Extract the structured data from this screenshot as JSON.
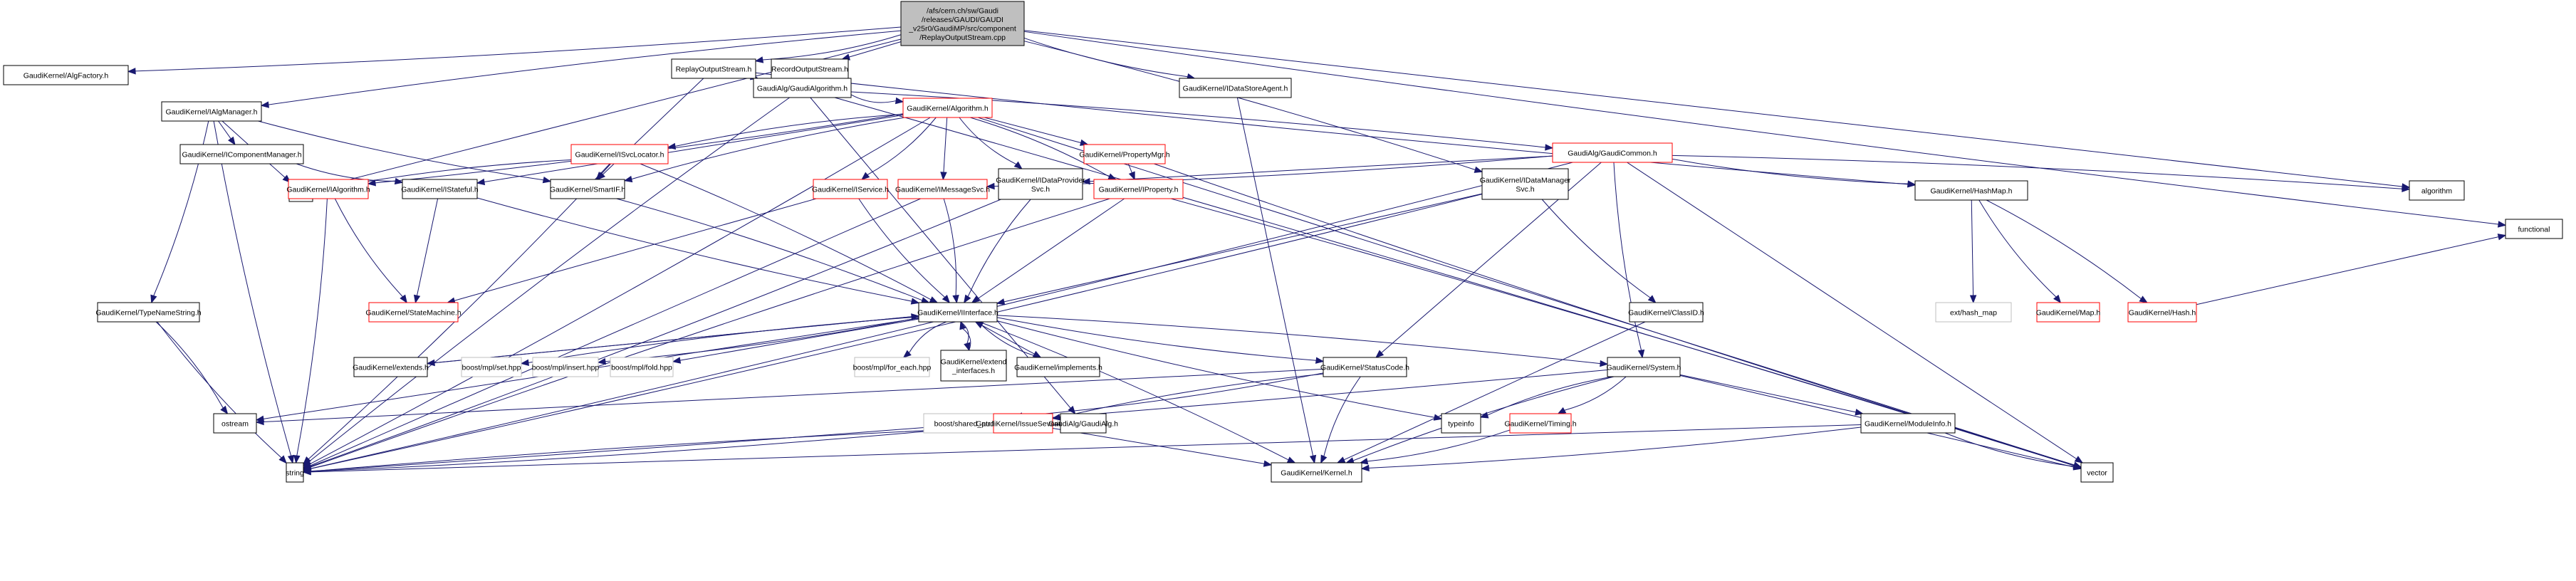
{
  "graph": {
    "type": "include-dependency-graph",
    "root": "/afs/cern.ch/sw/Gaudi/releases/GAUDI/GAUDI_v25r0/GaudiMP/src/component/ReplayOutputStream.cpp",
    "edge_color": "#191970",
    "nodes": [
      {
        "id": "root",
        "label": [
          "/afs/cern.ch/sw/Gaudi",
          "/releases/GAUDI/GAUDI",
          "_v25r0/GaudiMP/src/component",
          "/ReplayOutputStream.cpp"
        ],
        "style": "root"
      },
      {
        "id": "AlgFactory",
        "label": [
          "GaudiKernel/AlgFactory.h"
        ],
        "style": "black"
      },
      {
        "id": "ReplayOutputStream_h",
        "label": [
          "ReplayOutputStream.h"
        ],
        "style": "black"
      },
      {
        "id": "RecordOutputStream_h",
        "label": [
          "RecordOutputStream.h"
        ],
        "style": "black"
      },
      {
        "id": "IDataStoreAgent",
        "label": [
          "GaudiKernel/IDataStoreAgent.h"
        ],
        "style": "black"
      },
      {
        "id": "GaudiAlgorithm",
        "label": [
          "GaudiAlg/GaudiAlgorithm.h"
        ],
        "style": "black"
      },
      {
        "id": "IAlgManager",
        "label": [
          "GaudiKernel/IAlgManager.h"
        ],
        "style": "black"
      },
      {
        "id": "Algorithm",
        "label": [
          "GaudiKernel/Algorithm.h"
        ],
        "style": "red"
      },
      {
        "id": "IComponentManager",
        "label": [
          "GaudiKernel/IComponentManager.h"
        ],
        "style": "black"
      },
      {
        "id": "ISvcLocator",
        "label": [
          "GaudiKernel/ISvcLocator.h"
        ],
        "style": "red"
      },
      {
        "id": "PropertyMgr",
        "label": [
          "GaudiKernel/PropertyMgr.h"
        ],
        "style": "red"
      },
      {
        "id": "GaudiCommon",
        "label": [
          "GaudiAlg/GaudiCommon.h"
        ],
        "style": "red"
      },
      {
        "id": "list",
        "label": [
          "list"
        ],
        "style": "black"
      },
      {
        "id": "IAlgorithm",
        "label": [
          "GaudiKernel/IAlgorithm.h"
        ],
        "style": "red"
      },
      {
        "id": "IStateful",
        "label": [
          "GaudiKernel/IStateful.h"
        ],
        "style": "black"
      },
      {
        "id": "SmartIF",
        "label": [
          "GaudiKernel/SmartIF.h"
        ],
        "style": "black"
      },
      {
        "id": "IService",
        "label": [
          "GaudiKernel/IService.h"
        ],
        "style": "red"
      },
      {
        "id": "IMessageSvc",
        "label": [
          "GaudiKernel/IMessageSvc.h"
        ],
        "style": "red"
      },
      {
        "id": "IDataProviderSvc",
        "label": [
          "GaudiKernel/IDataProvider",
          "Svc.h"
        ],
        "style": "black"
      },
      {
        "id": "IProperty",
        "label": [
          "GaudiKernel/IProperty.h"
        ],
        "style": "red"
      },
      {
        "id": "IDataManagerSvc",
        "label": [
          "GaudiKernel/IDataManager",
          "Svc.h"
        ],
        "style": "black"
      },
      {
        "id": "HashMap",
        "label": [
          "GaudiKernel/HashMap.h"
        ],
        "style": "black"
      },
      {
        "id": "algorithm",
        "label": [
          "algorithm"
        ],
        "style": "black"
      },
      {
        "id": "TypeNameString",
        "label": [
          "GaudiKernel/TypeNameString.h"
        ],
        "style": "black"
      },
      {
        "id": "StateMachine",
        "label": [
          "GaudiKernel/StateMachine.h"
        ],
        "style": "red"
      },
      {
        "id": "IInterface",
        "label": [
          "GaudiKernel/IInterface.h"
        ],
        "style": "black"
      },
      {
        "id": "ClassID",
        "label": [
          "GaudiKernel/ClassID.h"
        ],
        "style": "black"
      },
      {
        "id": "ext_hash_map",
        "label": [
          "ext/hash_map"
        ],
        "style": "gray"
      },
      {
        "id": "Map",
        "label": [
          "GaudiKernel/Map.h"
        ],
        "style": "red"
      },
      {
        "id": "Hash",
        "label": [
          "GaudiKernel/Hash.h"
        ],
        "style": "red"
      },
      {
        "id": "functional",
        "label": [
          "functional"
        ],
        "style": "black"
      },
      {
        "id": "extends",
        "label": [
          "GaudiKernel/extends.h"
        ],
        "style": "black"
      },
      {
        "id": "mpl_set",
        "label": [
          "boost/mpl/set.hpp"
        ],
        "style": "gray"
      },
      {
        "id": "mpl_insert",
        "label": [
          "boost/mpl/insert.hpp"
        ],
        "style": "gray"
      },
      {
        "id": "mpl_fold",
        "label": [
          "boost/mpl/fold.hpp"
        ],
        "style": "gray"
      },
      {
        "id": "mpl_for_each",
        "label": [
          "boost/mpl/for_each.hpp"
        ],
        "style": "gray"
      },
      {
        "id": "extend_interfaces",
        "label": [
          "GaudiKernel/extend",
          "_interfaces.h"
        ],
        "style": "black"
      },
      {
        "id": "implements",
        "label": [
          "GaudiKernel/implements.h"
        ],
        "style": "black"
      },
      {
        "id": "StatusCode",
        "label": [
          "GaudiKernel/StatusCode.h"
        ],
        "style": "black"
      },
      {
        "id": "System",
        "label": [
          "GaudiKernel/System.h"
        ],
        "style": "black"
      },
      {
        "id": "ostream",
        "label": [
          "ostream"
        ],
        "style": "black"
      },
      {
        "id": "shared_ptr",
        "label": [
          "boost/shared_ptr.hpp"
        ],
        "style": "gray"
      },
      {
        "id": "IssueSeverity",
        "label": [
          "GaudiKernel/IssueSeverity.h"
        ],
        "style": "red"
      },
      {
        "id": "GaudiAlg_h",
        "label": [
          "GaudiAlg/GaudiAlg.h"
        ],
        "style": "black"
      },
      {
        "id": "typeinfo",
        "label": [
          "typeinfo"
        ],
        "style": "black"
      },
      {
        "id": "Timing",
        "label": [
          "GaudiKernel/Timing.h"
        ],
        "style": "red"
      },
      {
        "id": "ModuleInfo",
        "label": [
          "GaudiKernel/ModuleInfo.h"
        ],
        "style": "black"
      },
      {
        "id": "string",
        "label": [
          "string"
        ],
        "style": "black"
      },
      {
        "id": "Kernel",
        "label": [
          "GaudiKernel/Kernel.h"
        ],
        "style": "black"
      },
      {
        "id": "vector",
        "label": [
          "vector"
        ],
        "style": "black"
      }
    ],
    "edges": [
      [
        "root",
        "AlgFactory"
      ],
      [
        "root",
        "list"
      ],
      [
        "root",
        "IAlgManager"
      ],
      [
        "root",
        "ReplayOutputStream_h"
      ],
      [
        "root",
        "RecordOutputStream_h"
      ],
      [
        "root",
        "IDataStoreAgent"
      ],
      [
        "root",
        "IDataManagerSvc"
      ],
      [
        "root",
        "algorithm"
      ],
      [
        "root",
        "functional"
      ],
      [
        "ReplayOutputStream_h",
        "GaudiAlgorithm"
      ],
      [
        "ReplayOutputStream_h",
        "SmartIF"
      ],
      [
        "ReplayOutputStream_h",
        "HashMap"
      ],
      [
        "RecordOutputStream_h",
        "GaudiAlgorithm"
      ],
      [
        "IDataStoreAgent",
        "Kernel"
      ],
      [
        "GaudiAlgorithm",
        "Algorithm"
      ],
      [
        "GaudiAlgorithm",
        "GaudiCommon"
      ],
      [
        "GaudiAlgorithm",
        "GaudiAlg_h"
      ],
      [
        "GaudiAlgorithm",
        "string"
      ],
      [
        "GaudiAlgorithm",
        "vector"
      ],
      [
        "IAlgManager",
        "IComponentManager"
      ],
      [
        "IAlgManager",
        "SmartIF"
      ],
      [
        "IAlgManager",
        "TypeNameString"
      ],
      [
        "IAlgManager",
        "list"
      ],
      [
        "IAlgManager",
        "string"
      ],
      [
        "Algorithm",
        "IAlgorithm"
      ],
      [
        "Algorithm",
        "IStateful"
      ],
      [
        "Algorithm",
        "ISvcLocator"
      ],
      [
        "Algorithm",
        "IService"
      ],
      [
        "Algorithm",
        "IMessageSvc"
      ],
      [
        "Algorithm",
        "IDataProviderSvc"
      ],
      [
        "Algorithm",
        "IProperty"
      ],
      [
        "Algorithm",
        "PropertyMgr"
      ],
      [
        "Algorithm",
        "SmartIF"
      ],
      [
        "Algorithm",
        "string"
      ],
      [
        "Algorithm",
        "vector"
      ],
      [
        "IComponentManager",
        "IStateful"
      ],
      [
        "ISvcLocator",
        "IInterface"
      ],
      [
        "ISvcLocator",
        "SmartIF"
      ],
      [
        "ISvcLocator",
        "list"
      ],
      [
        "ISvcLocator",
        "string"
      ],
      [
        "PropertyMgr",
        "IProperty"
      ],
      [
        "PropertyMgr",
        "vector"
      ],
      [
        "GaudiCommon",
        "IMessageSvc"
      ],
      [
        "GaudiCommon",
        "IDataProviderSvc"
      ],
      [
        "GaudiCommon",
        "HashMap"
      ],
      [
        "GaudiCommon",
        "algorithm"
      ],
      [
        "GaudiCommon",
        "StatusCode"
      ],
      [
        "GaudiCommon",
        "System"
      ],
      [
        "GaudiCommon",
        "string"
      ],
      [
        "GaudiCommon",
        "vector"
      ],
      [
        "IAlgorithm",
        "StateMachine"
      ],
      [
        "IAlgorithm",
        "string"
      ],
      [
        "IStateful",
        "StateMachine"
      ],
      [
        "IStateful",
        "IInterface"
      ],
      [
        "SmartIF",
        "IInterface"
      ],
      [
        "IService",
        "StateMachine"
      ],
      [
        "IService",
        "IInterface"
      ],
      [
        "IMessageSvc",
        "IInterface"
      ],
      [
        "IMessageSvc",
        "string"
      ],
      [
        "IDataProviderSvc",
        "IInterface"
      ],
      [
        "IDataProviderSvc",
        "string"
      ],
      [
        "IProperty",
        "IInterface"
      ],
      [
        "IProperty",
        "string"
      ],
      [
        "IProperty",
        "vector"
      ],
      [
        "IDataManagerSvc",
        "IInterface"
      ],
      [
        "IDataManagerSvc",
        "ClassID"
      ],
      [
        "IDataManagerSvc",
        "string"
      ],
      [
        "HashMap",
        "ext_hash_map"
      ],
      [
        "HashMap",
        "Map"
      ],
      [
        "HashMap",
        "Hash"
      ],
      [
        "Hash",
        "functional"
      ],
      [
        "TypeNameString",
        "string"
      ],
      [
        "TypeNameString",
        "ostream"
      ],
      [
        "IInterface",
        "extends"
      ],
      [
        "IInterface",
        "mpl_set"
      ],
      [
        "IInterface",
        "mpl_insert"
      ],
      [
        "IInterface",
        "mpl_fold"
      ],
      [
        "IInterface",
        "mpl_for_each"
      ],
      [
        "IInterface",
        "extend_interfaces"
      ],
      [
        "IInterface",
        "implements"
      ],
      [
        "IInterface",
        "StatusCode"
      ],
      [
        "IInterface",
        "System"
      ],
      [
        "IInterface",
        "ostream"
      ],
      [
        "IInterface",
        "typeinfo"
      ],
      [
        "IInterface",
        "Kernel"
      ],
      [
        "extends",
        "IInterface"
      ],
      [
        "extend_interfaces",
        "IInterface"
      ],
      [
        "implements",
        "IInterface"
      ],
      [
        "ClassID",
        "Kernel"
      ],
      [
        "StatusCode",
        "IssueSeverity"
      ],
      [
        "StatusCode",
        "shared_ptr"
      ],
      [
        "StatusCode",
        "ostream"
      ],
      [
        "StatusCode",
        "Kernel"
      ],
      [
        "System",
        "Timing"
      ],
      [
        "System",
        "ModuleInfo"
      ],
      [
        "System",
        "typeinfo"
      ],
      [
        "System",
        "string"
      ],
      [
        "System",
        "vector"
      ],
      [
        "System",
        "Kernel"
      ],
      [
        "IssueSeverity",
        "string"
      ],
      [
        "IssueSeverity",
        "Kernel"
      ],
      [
        "GaudiAlg_h",
        "string"
      ],
      [
        "Timing",
        "Kernel"
      ],
      [
        "ModuleInfo",
        "string"
      ],
      [
        "ModuleInfo",
        "vector"
      ],
      [
        "ModuleInfo",
        "Kernel"
      ]
    ]
  }
}
